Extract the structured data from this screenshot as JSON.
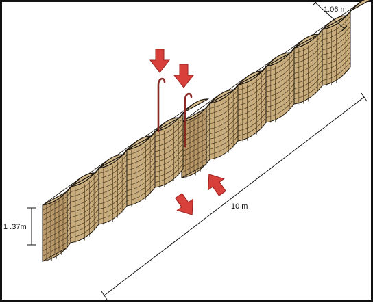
{
  "dimensions": {
    "width_label": "1.06 m",
    "length_label": "10 m",
    "height_label": "1 .37m"
  },
  "colors": {
    "sand": "#d2ba8c",
    "sand_dark": "#bfa474",
    "mesh_face": "#c9ad7c",
    "mesh_line": "#4b3a22",
    "outline": "#1c160f",
    "arrow": "#d8403c",
    "arrow_dark": "#9a1f1c",
    "pin": "#8a2a26",
    "frame": "#111111"
  },
  "icons": {
    "joining_pin_left": "pin-icon",
    "joining_pin_right": "pin-icon",
    "insert_arrow_left": "arrow-down-icon",
    "insert_arrow_right": "arrow-down-icon",
    "push_arrow_upper": "arrow-left-icon",
    "push_arrow_lower": "arrow-right-icon"
  }
}
